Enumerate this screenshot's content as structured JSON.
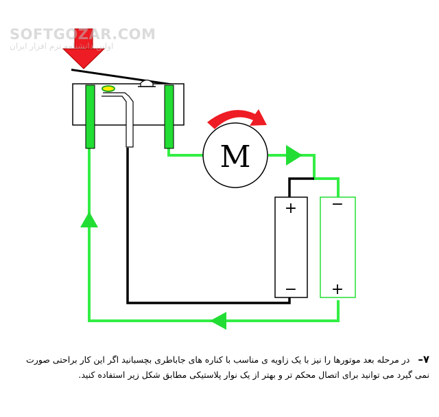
{
  "watermark": {
    "brand": "SOFTGOZAR.COM",
    "tagline": "اولین دانشنامه نرم افزار ایران"
  },
  "motor": {
    "label": "M"
  },
  "battery": {
    "cell_left": {
      "top_sign": "+",
      "bottom_sign": "−"
    },
    "cell_right": {
      "top_sign": "−",
      "bottom_sign": "+"
    }
  },
  "caption": {
    "step_number": "۷–",
    "text": "در مرحله بعد موتورها را نیز با یک زاویه ی مناسب با کناره های جاباطری بچسبانید اگر این کار براحتی صورت نمی گیرد می توانید برای اتصال محکم تر و بهتر از یک نوار پلاستیکی مطابق شکل زیر استفاده کنید."
  },
  "colors": {
    "wire_green": "#33ee44",
    "wire_black": "#000000",
    "push_arrow": "#ee1c24",
    "terminal_green": "#22dd33",
    "switch_yellow": "#ffee00"
  }
}
